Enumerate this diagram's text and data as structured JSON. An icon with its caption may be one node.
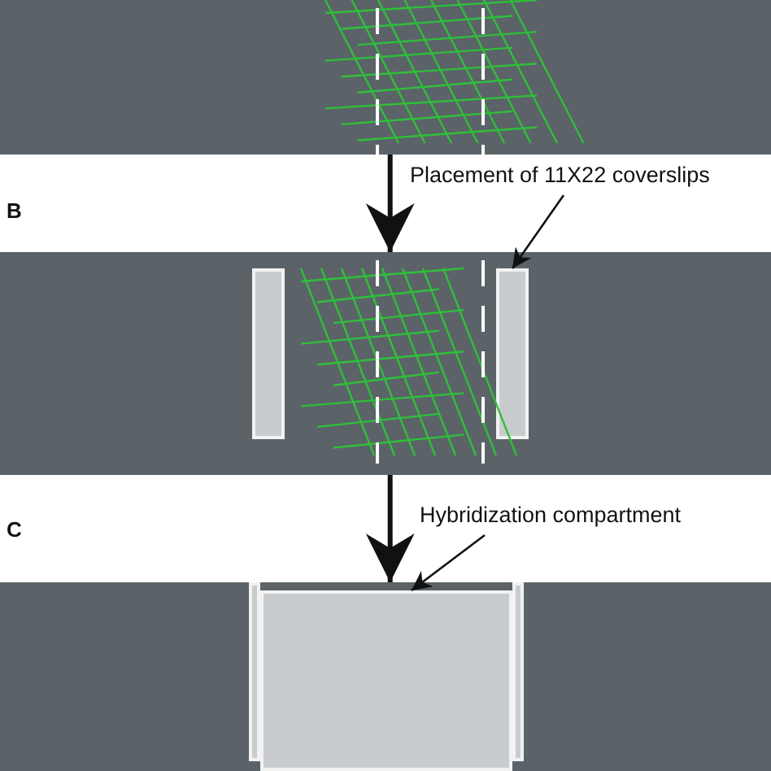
{
  "diagram": {
    "nodes": [
      {
        "text": [],
        "shape": "bar"
      },
      {
        "text": [],
        "shape": "bar"
      },
      {
        "text": [],
        "shape": "bar"
      },
      {
        "text": [
          "Placement of 11X22 coverslips"
        ]
      },
      {
        "text": [],
        "shape": "box",
        "in": 1
      },
      {
        "text": [],
        "shape": "box",
        "in": 1
      },
      {
        "text": [
          "Hybridization compartment"
        ]
      },
      {
        "text": [],
        "shape": "box",
        "in": 2
      },
      {
        "text": [],
        "shape": "box",
        "in": 2
      },
      {
        "text": [],
        "shape": "box",
        "in": 2
      }
    ],
    "edges": [
      {
        "from": 0,
        "to": 1,
        "arrow": "to",
        "style": "thick"
      },
      {
        "from": 1,
        "to": 2,
        "arrow": "to",
        "style": "thick"
      },
      {
        "from": 3,
        "to": 5,
        "arrow": "to"
      },
      {
        "from": 6,
        "to": 8,
        "arrow": "to"
      }
    ],
    "labels": [
      "B",
      "C"
    ]
  }
}
